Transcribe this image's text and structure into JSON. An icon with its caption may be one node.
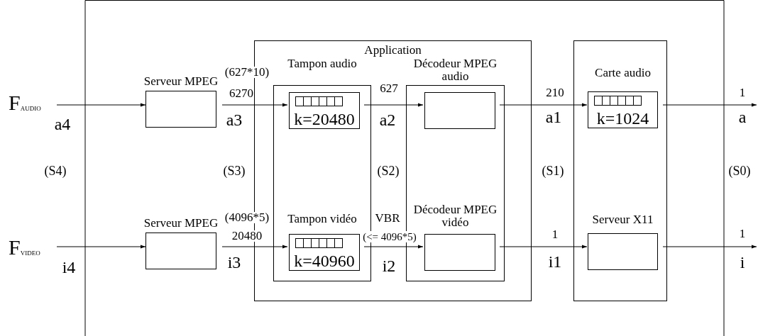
{
  "diagram": {
    "nodes": [
      {
        "text": [
          "F$_{AUDIO}$"
        ]
      },
      {
        "text": [
          "Serveur MPEG"
        ]
      },
      {
        "text": [
          "Application"
        ]
      },
      {
        "text": [
          "Tampon audio",
          "Tampon vidéo"
        ],
        "in": 2
      },
      {
        "text": [
          "k=20480"
        ],
        "in": 3
      },
      {
        "text": [
          "k=40960"
        ],
        "in": 3
      },
      {
        "text": [
          "Décodeur MPEG audio",
          "Décodeur MPEG vidéo"
        ],
        "in": 2
      },
      {
        "text": [],
        "shape": "box",
        "in": 6
      },
      {
        "text": [],
        "shape": "box",
        "in": 6
      },
      {
        "text": [],
        "shape": "box"
      },
      {
        "text": [
          "Carte audio",
          "k=1024"
        ],
        "in": 9
      },
      {
        "text": [
          "Serveur X11"
        ],
        "in": 9
      },
      {
        "text": [
          "F$_{VIDEO}$"
        ]
      },
      {
        "text": [
          "Serveur MPEG"
        ]
      }
    ],
    "edges": [
      {
        "from": 0,
        "to": 1,
        "arrow": "to",
        "label": "a4"
      },
      {
        "from": 1,
        "to": 4,
        "arrow": "to",
        "label": "a3"
      },
      {
        "from": 4,
        "to": 7,
        "arrow": "to",
        "label": "a2"
      },
      {
        "from": 7,
        "to": 10,
        "arrow": "to",
        "label": "a1"
      },
      {
        "from": 10,
        "to": null,
        "arrow": "to",
        "label": "a"
      },
      {
        "from": 12,
        "to": 13,
        "arrow": "to",
        "label": "i4"
      },
      {
        "from": 13,
        "to": 5,
        "arrow": "to",
        "label": "i3"
      },
      {
        "from": 5,
        "to": 8,
        "arrow": "to",
        "label": "i2"
      },
      {
        "from": 8,
        "to": 11,
        "arrow": "to",
        "label": "i1"
      },
      {
        "from": 11,
        "to": null,
        "arrow": "to",
        "label": "i"
      }
    ],
    "labels": [
      "(627*10)",
      "6270",
      "627",
      "210",
      "1",
      "(S4)",
      "(S3)",
      "(S2)",
      "(S1)",
      "(S0)",
      "(4096*5)",
      "VBR",
      "20480",
      "(<= 4096*5)",
      "1",
      "1"
    ]
  }
}
